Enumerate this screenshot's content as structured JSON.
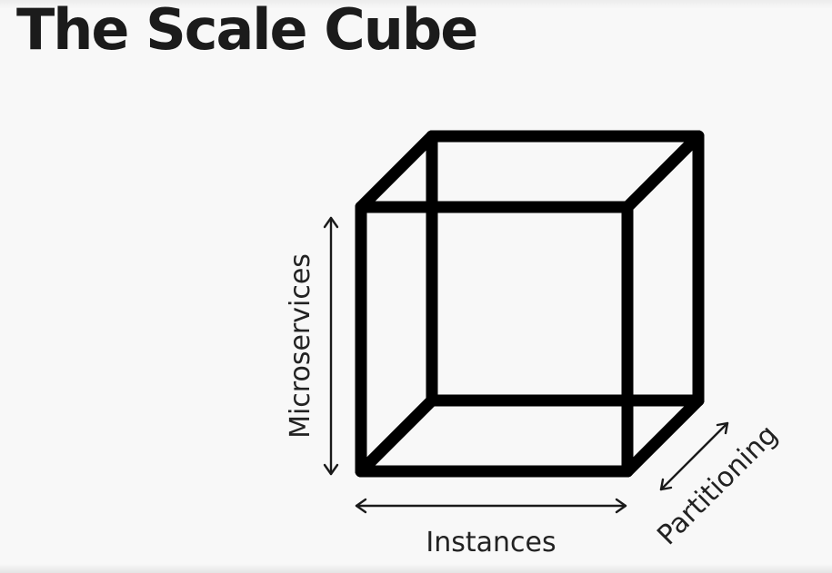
{
  "slide": {
    "title": "The Scale Cube"
  },
  "diagram": {
    "axes": {
      "vertical_label": "Microservices",
      "horizontal_label": "Instances",
      "depth_label": "Partitioning"
    },
    "line_color": "#000000",
    "text_color": "#222222"
  }
}
